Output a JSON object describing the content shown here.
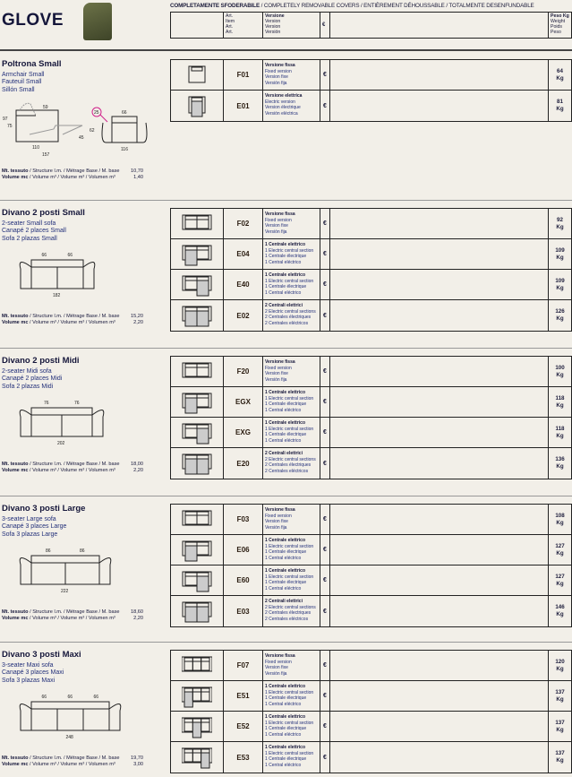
{
  "brand": "GLOVE",
  "headline": {
    "bold": "COMPLETAMENTE SFODERABILE",
    "rest": " / COMPLETELY REMOVABLE COVERS / ENTIÈREMENT DÉHOUSSABLE / TOTALMENTE DESENFUNDABLE"
  },
  "header": {
    "art": [
      "Art.",
      "Item",
      "Art.",
      "Art."
    ],
    "version": [
      "Versione",
      "Version",
      "Version",
      "Versión"
    ],
    "euro": "€",
    "weight": [
      "Peso Kg",
      "Weight",
      "Poids",
      "Peso"
    ]
  },
  "footer_labels": {
    "mt_bold": "Mt. tessuto",
    "mt_rest": " / Structure l.m. / Métrage Base / M. base",
    "vol_bold": "Volume mc",
    "vol_rest": " / Volume m³ / Volume m³ / Volumen m³"
  },
  "sections": [
    {
      "title": "Poltrona Small",
      "subs": [
        "Armchair Small",
        "Fauteuil Small",
        "Sillón Small"
      ],
      "mt": "10,70",
      "vol": "1,40",
      "kind": "armchair",
      "dims": {
        "seat": "59",
        "h": "97",
        "hs": "75",
        "d": "110",
        "dd": "157",
        "r1": "45",
        "fh": "62",
        "arm": "25",
        "fw": "66",
        "tw": "116"
      },
      "rows": [
        {
          "code": "F01",
          "icon": "armchair-fixed",
          "v": [
            "Versione fissa",
            "Fixed version",
            "Version fixe",
            "Versión fija"
          ],
          "w": "64",
          "u": "Kg"
        },
        {
          "code": "E01",
          "icon": "armchair-electric",
          "v": [
            "Versione elettrica",
            "Electric version",
            "Version électrique",
            "Versión eléctrica"
          ],
          "w": "81",
          "u": "Kg"
        }
      ]
    },
    {
      "title": "Divano 2 posti Small",
      "subs": [
        "2-seater Small sofa",
        "Canapé 2 places Small",
        "Sofa 2 plazas Small"
      ],
      "mt": "15,20",
      "vol": "2,20",
      "kind": "sofa",
      "seats": [
        "66",
        "66"
      ],
      "total": "182",
      "rows": [
        {
          "code": "F02",
          "icon": "sofa2-fixed",
          "v": [
            "Versione fissa",
            "Fixed version",
            "Version fixe",
            "Versión fija"
          ],
          "w": "92",
          "u": "Kg"
        },
        {
          "code": "E04",
          "icon": "sofa2-electric-left",
          "v": [
            "1 Centrale elettrico",
            "1 Electric central section",
            "1 Centrale électrique",
            "1 Central eléctrico"
          ],
          "w": "109",
          "u": "Kg"
        },
        {
          "code": "E40",
          "icon": "sofa2-electric-right",
          "v": [
            "1 Centrale elettrico",
            "1 Electric central section",
            "1 Centrale électrique",
            "1 Central eléctrico"
          ],
          "w": "109",
          "u": "Kg"
        },
        {
          "code": "E02",
          "icon": "sofa2-electric-both",
          "v": [
            "2 Centrali elettrici",
            "2 Electric central sections",
            "2 Centrales électriques",
            "2 Centrales eléctricos"
          ],
          "w": "126",
          "u": "Kg"
        }
      ]
    },
    {
      "title": "Divano 2 posti Midi",
      "subs": [
        "2-seater Midi sofa",
        "Canapé 2 places Midi",
        "Sofa 2 plazas Midi"
      ],
      "mt": "18,00",
      "vol": "2,20",
      "kind": "sofa",
      "seats": [
        "76",
        "76"
      ],
      "total": "202",
      "rows": [
        {
          "code": "F20",
          "icon": "sofa2-fixed",
          "v": [
            "Versione fissa",
            "Fixed version",
            "Version fixe",
            "Versión fija"
          ],
          "w": "100",
          "u": "Kg"
        },
        {
          "code": "EGX",
          "icon": "sofa2-electric-left",
          "v": [
            "1 Centrale elettrico",
            "1 Electric central section",
            "1 Centrale électrique",
            "1 Central eléctrico"
          ],
          "w": "118",
          "u": "Kg"
        },
        {
          "code": "EXG",
          "icon": "sofa2-electric-right",
          "v": [
            "1 Centrale elettrico",
            "1 Electric central section",
            "1 Centrale électrique",
            "1 Central eléctrico"
          ],
          "w": "118",
          "u": "Kg"
        },
        {
          "code": "E20",
          "icon": "sofa2-electric-both",
          "v": [
            "2 Centrali elettrici",
            "2 Electric central sections",
            "2 Centrales électriques",
            "2 Centrales eléctricos"
          ],
          "w": "136",
          "u": "Kg"
        }
      ]
    },
    {
      "title": "Divano 3 posti Large",
      "subs": [
        "3-seater Large sofa",
        "Canapé 3 places Large",
        "Sofa 3 plazas Large"
      ],
      "mt": "18,60",
      "vol": "2,20",
      "kind": "sofa",
      "seats": [
        "86",
        "86"
      ],
      "total": "222",
      "rows": [
        {
          "code": "F03",
          "icon": "sofa2-fixed",
          "v": [
            "Versione fissa",
            "Fixed version",
            "Version fixe",
            "Versión fija"
          ],
          "w": "108",
          "u": "Kg"
        },
        {
          "code": "E06",
          "icon": "sofa2-electric-left",
          "v": [
            "1 Centrale elettrico",
            "1 Electric central section",
            "1 Centrale électrique",
            "1 Central eléctrico"
          ],
          "w": "127",
          "u": "Kg"
        },
        {
          "code": "E60",
          "icon": "sofa2-electric-right",
          "v": [
            "1 Centrale elettrico",
            "1 Electric central section",
            "1 Centrale électrique",
            "1 Central eléctrico"
          ],
          "w": "127",
          "u": "Kg"
        },
        {
          "code": "E03",
          "icon": "sofa2-electric-both",
          "v": [
            "2 Centrali elettrici",
            "2 Electric central sections",
            "2 Centrales électriques",
            "2 Centrales eléctricos"
          ],
          "w": "146",
          "u": "Kg"
        }
      ]
    },
    {
      "title": "Divano 3 posti Maxi",
      "subs": [
        "3-seater Maxi sofa",
        "Canapé 3 places Maxi",
        "Sofa 3 plazas Maxi"
      ],
      "mt": "19,70",
      "vol": "3,00",
      "kind": "sofa",
      "seats": [
        "66",
        "66",
        "66"
      ],
      "total": "248",
      "rows": [
        {
          "code": "F07",
          "icon": "sofa3-fixed",
          "v": [
            "Versione fissa",
            "Fixed version",
            "Version fixe",
            "Versión fija"
          ],
          "w": "120",
          "u": "Kg"
        },
        {
          "code": "E51",
          "icon": "sofa3-electric-left",
          "v": [
            "1 Centrale elettrico",
            "1 Electric central section",
            "1 Centrale électrique",
            "1 Central eléctrico"
          ],
          "w": "137",
          "u": "Kg"
        },
        {
          "code": "E52",
          "icon": "sofa3-electric-middle",
          "v": [
            "1 Centrale elettrico",
            "1 Electric central section",
            "1 Centrale électrique",
            "1 Central eléctrico"
          ],
          "w": "137",
          "u": "Kg"
        },
        {
          "code": "E53",
          "icon": "sofa3-electric-right",
          "v": [
            "1 Centrale elettrico",
            "1 Electric central section",
            "1 Centrale électrique",
            "1 Central eléctrico"
          ],
          "w": "137",
          "u": "Kg"
        }
      ]
    }
  ]
}
